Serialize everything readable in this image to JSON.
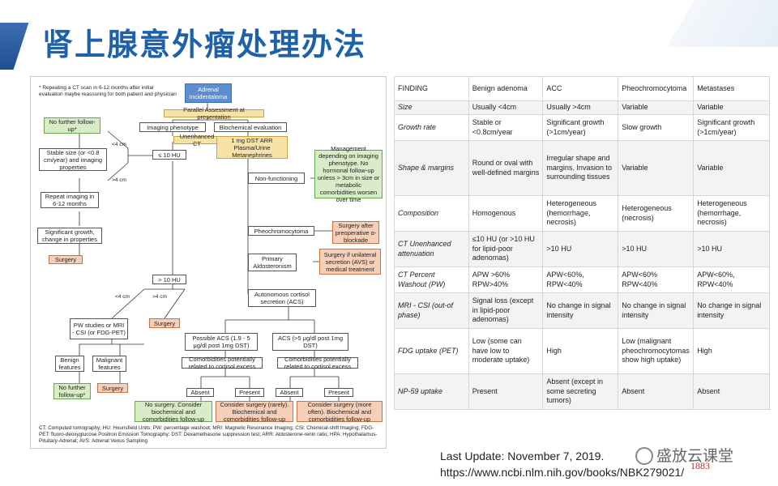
{
  "slide": {
    "title": "肾上腺意外瘤处理办法",
    "last_update": "Last Update: November 7, 2019.",
    "url": "https://www.ncbi.nlm.nih.gov/books/NBK279021/",
    "watermark": "盛放云课堂",
    "stamp_text": "1883",
    "colors": {
      "title": "#1f61a8",
      "accent": "#3f6fb3"
    }
  },
  "flowchart": {
    "note": "* Repeating a CT scan in 6-12 months after initial evaluation maybe reassuring for both patient and physician",
    "boxes": {
      "adrenal": "Adrenal Incidentaloma",
      "parallel": "Parallel Assessment at presentation",
      "imaging_phenotype": "Imaging phenotype",
      "biochem_eval": "Biochemical evaluation",
      "no_further_1": "No further follow-up*",
      "stable_size": "Stable size (or <0.8 cm/year) and imaging properties",
      "repeat_imaging": "Repeat imaging in 6-12 months",
      "sig_growth": "Significant growth, change in properties",
      "surgery_1": "Surgery",
      "unenhanced_ct": "Unenhanced CT",
      "le10": "≤ 10 HU",
      "tests": "1 mg DST ARR Plasma/Urine Metanephrines",
      "non_functioning": "Non-functioning",
      "management": "Management depending on imaging phenotype. No hormonal follow-up unless > 3cm in size or metabolic comorbidities worsen over time",
      "pheo": "Pheochromocytoma",
      "surgery_pheo": "Surgery after preoperative α-blockade",
      "primary_aldo": "Primary Aldosteronism",
      "surgery_aldo": "Surgery if unilateral secretion (AVS) or medical treatment",
      "gt10": "> 10 HU",
      "autonomous": "Autonomous cortisol secretion (ACS)",
      "pw_studies": "PW studies or MRI - CSI (or FDG-PET)",
      "surgery_2": "Surgery",
      "possible_acs": "Possible ACS (1.9 - 5 μg/dl post 1mg DST)",
      "acs": "ACS (>5 μg/dl post 1mg DST)",
      "comorb_1": "Comorbidities potentially related to cortisol excess",
      "comorb_2": "Comorbidities potentially related to cortisol excess",
      "benign": "Benign features",
      "malignant": "Malignant features",
      "absent_1": "Absent",
      "present_1": "Present",
      "absent_2": "Absent",
      "present_2": "Present",
      "no_further_2": "No further follow-up*",
      "surgery_3": "Surgery",
      "no_surgery": "No surgery. Consider biochemical and comorbidities follow-up",
      "consider_rarely": "Consider surgery (rarely). Biochemical and comorbidities follow-up",
      "consider_often": "Consider surgery (more often). Biochemical and comorbidities follow-up"
    },
    "labels": {
      "lt4_top": "<4 cm",
      "gt4_top": ">4 cm",
      "lt4_bottom": "<4 cm",
      "gt4_bottom": ">4 cm"
    },
    "legend": "CT: Computed tomography; HU: Hounsfield Units; PW: percentage washout; MRI: Magnetic Resonance Imaging; CSI: Chemical-shift Imaging; FDG-PET: fluoro-deoxyglucose Positron Emission Tomography; DST: Dexamethasone suppression test; ARR: Aldosterone-renin ratio; HPA: Hypothalamus-Pituitary-Adrenal; AVS: Adrenal Venus Sampling"
  },
  "table": {
    "headers": [
      "FINDING",
      "Benign adenoma",
      "ACC",
      "Pheochromocytoma",
      "Metastases"
    ],
    "rows": [
      [
        "Size",
        "Usually <4cm",
        "Usually >4cm",
        "Variable",
        "Variable"
      ],
      [
        "Growth rate",
        "Stable or <0.8cm/year",
        "Significant growth (>1cm/year)",
        "Slow growth",
        "Significant growth (>1cm/year)"
      ],
      [
        "Shape & margins",
        "Round or oval with well-defined margins",
        "Irregular shape and margins. Invasion to surrounding tissues",
        "Variable",
        "Variable"
      ],
      [
        "Composition",
        "Homogenous",
        "Heterogeneous (hemorrhage, necrosis)",
        "Heterogeneous (necrosis)",
        "Heterogeneous (hemorrhage, necrosis)"
      ],
      [
        "CT Unenhanced attenuation",
        "≤10 HU (or >10 HU for lipid-poor adenomas)",
        ">10 HU",
        ">10 HU",
        ">10 HU"
      ],
      [
        "CT Percent Washout (PW)",
        "APW >60% RPW>40%",
        "APW<60%, RPW<40%",
        "APW<60% RPW<40%",
        "APW<60%, RPW<40%"
      ],
      [
        "MRI - CSI (out-of phase)",
        "Signal loss (except in lipid-poor adenomas)",
        "No change in signal intensity",
        "No change in signal intensity",
        "No change in signal intensity"
      ],
      [
        "FDG uptake (PET)",
        "Low (some can have low to moderate uptake)",
        "High",
        "Low (malignant pheochromocytomas show high uptake)",
        "High"
      ],
      [
        "NP-59 uptake",
        "Present",
        "Absent (except in some secreting tumors)",
        "Absent",
        "Absent"
      ]
    ]
  }
}
